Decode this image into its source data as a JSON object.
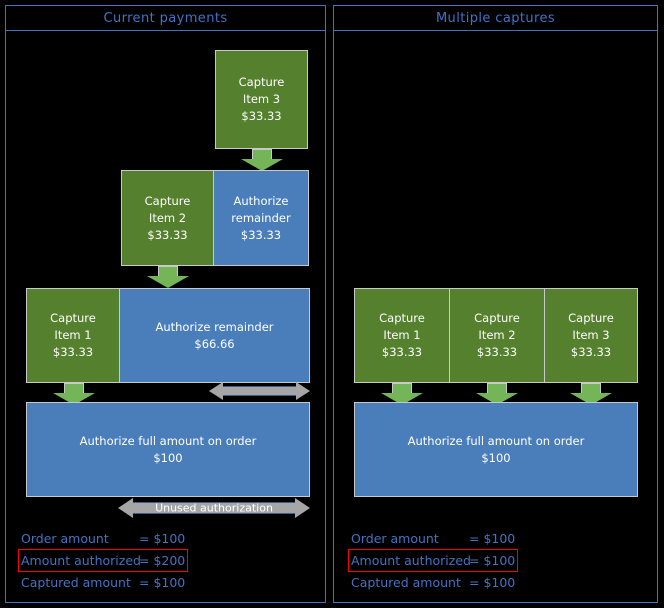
{
  "diagram": {
    "title_left": "Current payments",
    "title_right": "Multiple captures"
  },
  "left_panel": {
    "header": "Current payments",
    "rows": [
      {
        "name": "row-capture-item-3",
        "boxes": [
          {
            "color": "green",
            "lines": [
              "Capture",
              "Item 3",
              "$33.33"
            ]
          }
        ]
      },
      {
        "name": "row-capture-item-2",
        "boxes": [
          {
            "color": "green",
            "lines": [
              "Capture",
              "Item 2",
              "$33.33"
            ]
          },
          {
            "color": "blue",
            "lines": [
              "Authorize",
              "remainder",
              "$33.33"
            ]
          }
        ]
      },
      {
        "name": "row-capture-item-1",
        "boxes": [
          {
            "color": "green",
            "lines": [
              "Capture",
              "Item 1",
              "$33.33"
            ]
          },
          {
            "color": "blue",
            "lines": [
              "Authorize remainder",
              "$66.66"
            ]
          }
        ]
      },
      {
        "name": "row-authorize-full",
        "boxes": [
          {
            "color": "blue",
            "lines": [
              "Authorize full amount on order",
              "$100"
            ]
          }
        ]
      }
    ],
    "unused_authorization_label": "Unused authorization",
    "legend": [
      {
        "label": "Order amount",
        "value": "= $100",
        "highlighted": false
      },
      {
        "label": "Amount authorized",
        "value": "= $200",
        "highlighted": true
      },
      {
        "label": "Captured amount",
        "value": "= $100",
        "highlighted": false
      }
    ]
  },
  "right_panel": {
    "header": "Multiple captures",
    "capture_boxes": [
      {
        "color": "green",
        "lines": [
          "Capture",
          "Item 1",
          "$33.33"
        ]
      },
      {
        "color": "green",
        "lines": [
          "Capture",
          "Item 2",
          "$33.33"
        ]
      },
      {
        "color": "green",
        "lines": [
          "Capture",
          "Item 3",
          "$33.33"
        ]
      }
    ],
    "authorize_box": {
      "color": "blue",
      "lines": [
        "Authorize full amount on order",
        "$100"
      ]
    },
    "legend": [
      {
        "label": "Order amount",
        "value": "= $100",
        "highlighted": false
      },
      {
        "label": "Amount authorized",
        "value": "= $100",
        "highlighted": true
      },
      {
        "label": "Captured amount",
        "value": "= $100",
        "highlighted": false
      }
    ]
  },
  "colors": {
    "background": "#000000",
    "panel_border": "#4472C4",
    "green_box": "#55812F",
    "blue_box": "#4A7EBB",
    "green_arrow": "#74B558",
    "gray_arrow": "#A6A6A6",
    "box_border": "#C9C9C9",
    "legend_text": "#4472C4",
    "highlight_border": "#FF0000",
    "box_text": "#FFFFFF"
  }
}
